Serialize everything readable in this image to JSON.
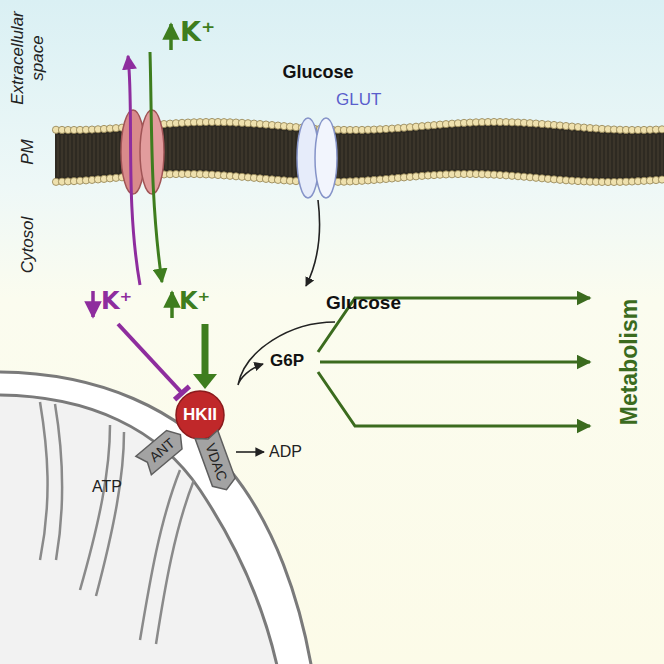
{
  "diagram": {
    "nodes": [
      {
        "text": [
          "GLUT"
        ]
      },
      {
        "text": [
          "HKII"
        ]
      },
      {
        "text": [
          "VDAC"
        ]
      },
      {
        "text": [
          "ANT"
        ]
      }
    ],
    "labels": [
      "Extracellular space",
      "PM",
      "Cytosol",
      "K⁺",
      "Glucose",
      "K⁺",
      "K⁺",
      "Glucose",
      "G6P",
      "ADP",
      "ATP",
      "Metabolism"
    ]
  }
}
